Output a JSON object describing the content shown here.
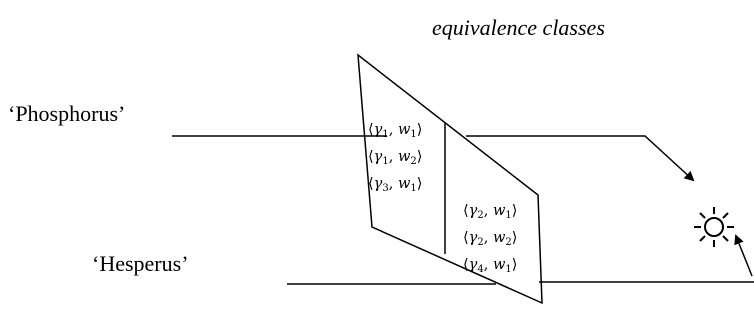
{
  "caption": "equivalence classes",
  "names": {
    "phosphorus": "‘Phosphorus’",
    "hesperus": "‘Hesperus’"
  },
  "left_column": [
    {
      "g": "γ",
      "gi": "1",
      "w": "w",
      "wi": "1"
    },
    {
      "g": "γ",
      "gi": "1",
      "w": "w",
      "wi": "2"
    },
    {
      "g": "γ",
      "gi": "3",
      "w": "w",
      "wi": "1"
    }
  ],
  "right_column": [
    {
      "g": "γ",
      "gi": "2",
      "w": "w",
      "wi": "1"
    },
    {
      "g": "γ",
      "gi": "2",
      "w": "w",
      "wi": "2"
    },
    {
      "g": "γ",
      "gi": "4",
      "w": "w",
      "wi": "1"
    }
  ],
  "icons": {
    "referent": "sun-icon"
  }
}
